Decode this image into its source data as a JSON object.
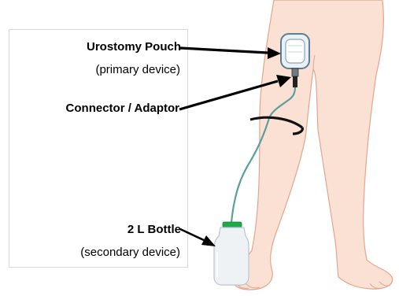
{
  "labels": {
    "pouch_name": "Urostomy Pouch",
    "pouch_role": "(primary device)",
    "connector_name": "Connector / Adaptor",
    "bottle_name": "2 L Bottle",
    "bottle_role": "(secondary device)"
  },
  "colors": {
    "skin": "#fbe1d3",
    "skin_outline": "#e2a58e",
    "pouch_fill": "#e9f1f6",
    "pouch_outline": "#5c7d95",
    "tube": "#5f9ea0",
    "bottle_fill": "#eef2f5",
    "bottle_cap": "#1faa4a",
    "arrow": "#000000",
    "strap": "#111111"
  }
}
